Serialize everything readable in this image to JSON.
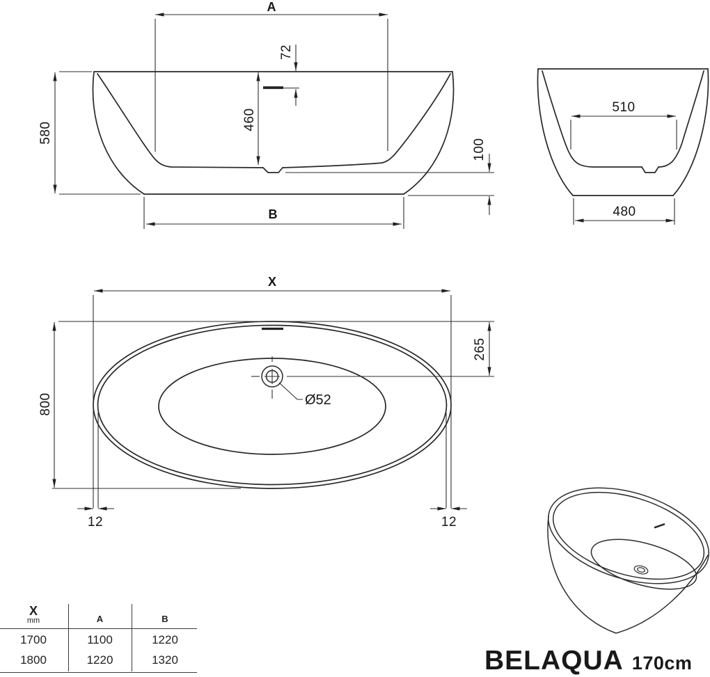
{
  "title": {
    "brand": "BELAQUA",
    "size": "170cm"
  },
  "views": {
    "front": {
      "label_a": "A",
      "label_b": "B",
      "depth_overall": "580",
      "depth_inner": "460",
      "overflow_offset": "72",
      "base_height": "100"
    },
    "end": {
      "inner_width_top": "510",
      "base_width": "480"
    },
    "plan": {
      "label_x": "X",
      "width_overall": "800",
      "drain_from_end": "265",
      "drain_diameter": "Ø52",
      "rim_left": "12",
      "rim_right": "12"
    }
  },
  "table": {
    "headers": {
      "x": "X",
      "x_unit": "mm",
      "a": "A",
      "b": "B"
    },
    "rows": [
      {
        "x": "1700",
        "a": "1100",
        "b": "1220"
      },
      {
        "x": "1800",
        "a": "1220",
        "b": "1320"
      }
    ]
  }
}
